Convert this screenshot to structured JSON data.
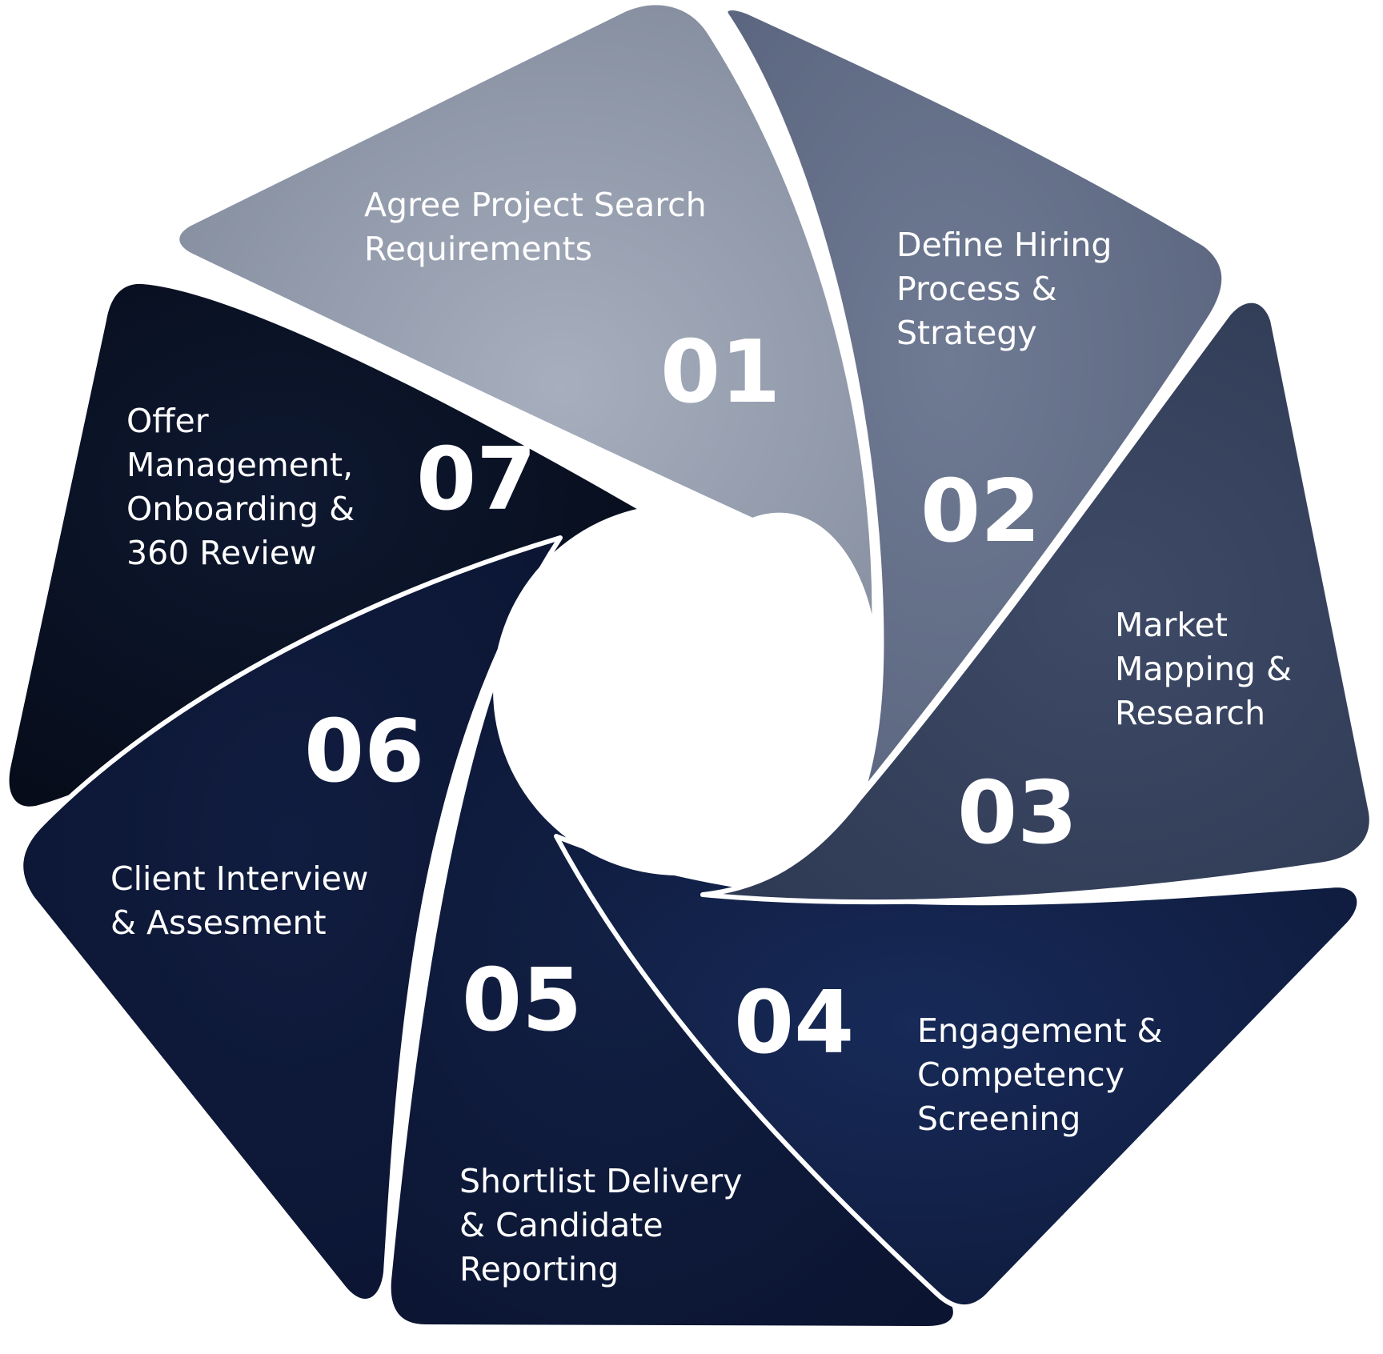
{
  "steps": [
    {
      "number": "01",
      "lines": [
        "Agree Project Search",
        "Requirements"
      ],
      "color": "#9aa3b3"
    },
    {
      "number": "02",
      "lines": [
        "Define Hiring",
        "Process &",
        "Strategy"
      ],
      "color": "#67728a"
    },
    {
      "number": "03",
      "lines": [
        "Market",
        "Mapping &",
        "Research"
      ],
      "color": "#39455f"
    },
    {
      "number": "04",
      "lines": [
        "Engagement &",
        "Competency",
        "Screening"
      ],
      "color": "#14234a"
    },
    {
      "number": "05",
      "lines": [
        "Shortlist Delivery",
        "& Candidate",
        "Reporting"
      ],
      "color": "#0f1a38"
    },
    {
      "number": "06",
      "lines": [
        "Client Interview",
        "& Assesment"
      ],
      "color": "#0e1833"
    },
    {
      "number": "07",
      "lines": [
        "Offer",
        "Management,",
        "Onboarding &",
        "360 Review"
      ],
      "color": "#0a1224"
    }
  ]
}
